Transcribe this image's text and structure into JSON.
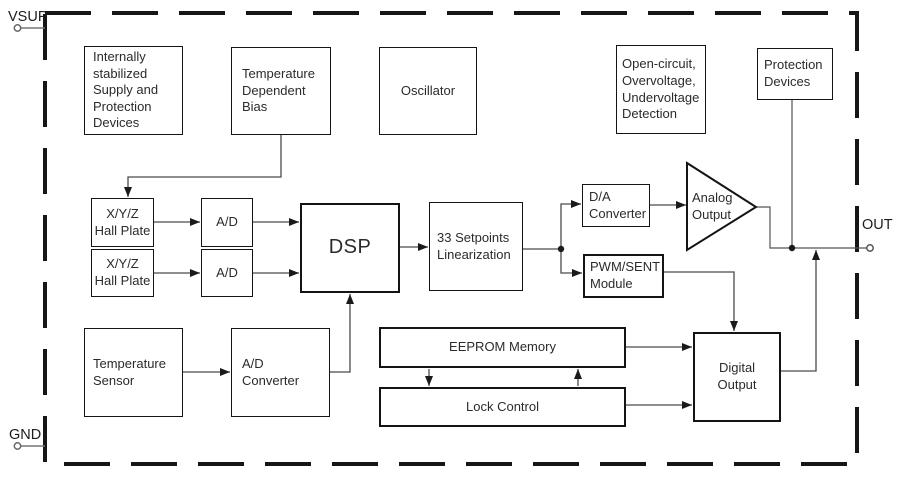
{
  "pins": {
    "vsup": "VSUP",
    "gnd": "GND",
    "out": "OUT"
  },
  "blocks": {
    "supply": "Internally\nstabilized\nSupply and\nProtection\nDevices",
    "bias": "Temperature\nDependent\nBias",
    "oscillator": "Oscillator",
    "detection": "Open-circuit,\nOvervoltage,\nUndervoltage\nDetection",
    "protection": "Protection\nDevices",
    "hall_plate_1": "X/Y/Z\nHall Plate",
    "hall_plate_2": "X/Y/Z\nHall Plate",
    "adc_hall_1": "A/D",
    "adc_hall_2": "A/D",
    "dsp": "DSP",
    "linearization": "33 Setpoints\nLinearization",
    "da_converter": "D/A\nConverter",
    "pwm_sent": "PWM/SENT\nModule",
    "analog_output": "Analog\nOutput",
    "temperature_sensor": "Temperature\nSensor",
    "adc_temperature": "A/D\nConverter",
    "eeprom": "EEPROM Memory",
    "lock_control": "Lock Control",
    "digital_output": "Digital\nOutput"
  },
  "colors": {
    "box_border": "#141414",
    "boundary": "#161616",
    "wire": "#4a4a4a",
    "background": "#ffffff"
  }
}
